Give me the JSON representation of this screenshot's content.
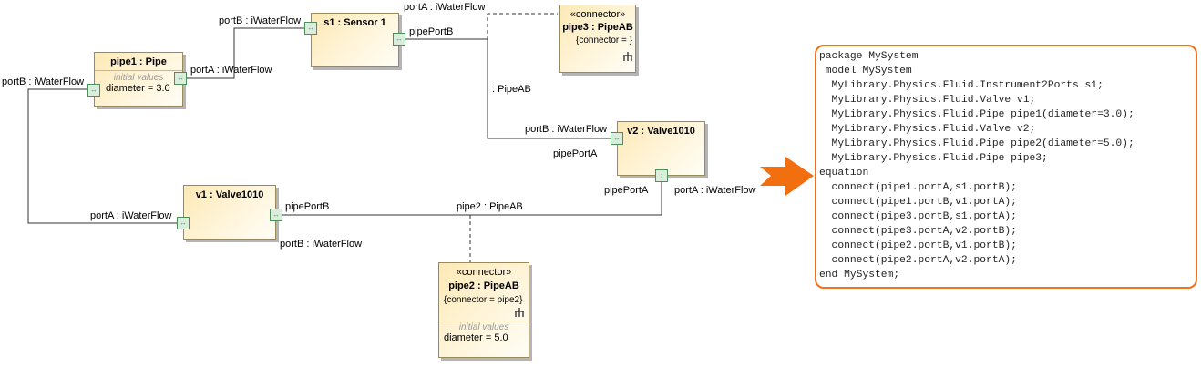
{
  "diagram": {
    "parts": {
      "pipe1": {
        "title": "pipe1 : Pipe",
        "section": "initial values",
        "value": "diameter = 3.0"
      },
      "s1": {
        "title": "s1 : Sensor 1"
      },
      "pipe3": {
        "stereotype": "«connector»",
        "title": "pipe3 : PipeAB",
        "constraint": "{connector = }"
      },
      "v2": {
        "title": "v2 : Valve1010"
      },
      "v1": {
        "title": "v1 : Valve1010"
      },
      "pipe2": {
        "stereotype": "«connector»",
        "title": "pipe2 : PipeAB",
        "constraint": "{connector = pipe2}",
        "section": "initial values",
        "value": "diameter = 5.0"
      }
    },
    "labels": {
      "s1_portB": "portB : iWaterFlow",
      "s1_portA": "portA : iWaterFlow",
      "s1_pipePortB": "pipePortB",
      "pipe1_portA": "portA : iWaterFlow",
      "pipe1_portB": "portB : iWaterFlow",
      "pipe3_connector": ": PipeAB",
      "v2_portB": "portB : iWaterFlow",
      "v2_pipePortA_left": "pipePortA",
      "v2_pipePortA_bottom": "pipePortA",
      "v2_portA": "portA : iWaterFlow",
      "v1_portA": "portA : iWaterFlow",
      "v1_pipePortB": "pipePortB",
      "v1_portB": "portB : iWaterFlow",
      "pipe2_connector": "pipe2 : PipeAB"
    },
    "port_glyph": "↔",
    "port_glyph_vertical": "↕"
  },
  "arrow": {
    "icon": "right-arrow-icon",
    "color": "#f26f0f"
  },
  "code": {
    "border_color": "#f0731e",
    "lines": [
      "package MySystem",
      " model MySystem",
      "  MyLibrary.Physics.Fluid.Instrument2Ports s1;",
      "  MyLibrary.Physics.Fluid.Valve v1;",
      "  MyLibrary.Physics.Fluid.Pipe pipe1(diameter=3.0);",
      "  MyLibrary.Physics.Fluid.Valve v2;",
      "  MyLibrary.Physics.Fluid.Pipe pipe2(diameter=5.0);",
      "  MyLibrary.Physics.Fluid.Pipe pipe3;",
      "equation",
      "  connect(pipe1.portA,s1.portB);",
      "  connect(pipe1.portB,v1.portA);",
      "  connect(pipe3.portB,s1.portA);",
      "  connect(pipe3.portA,v2.portB);",
      "  connect(pipe2.portB,v1.portB);",
      "  connect(pipe2.portA,v2.portA);",
      "end MySystem;"
    ]
  }
}
